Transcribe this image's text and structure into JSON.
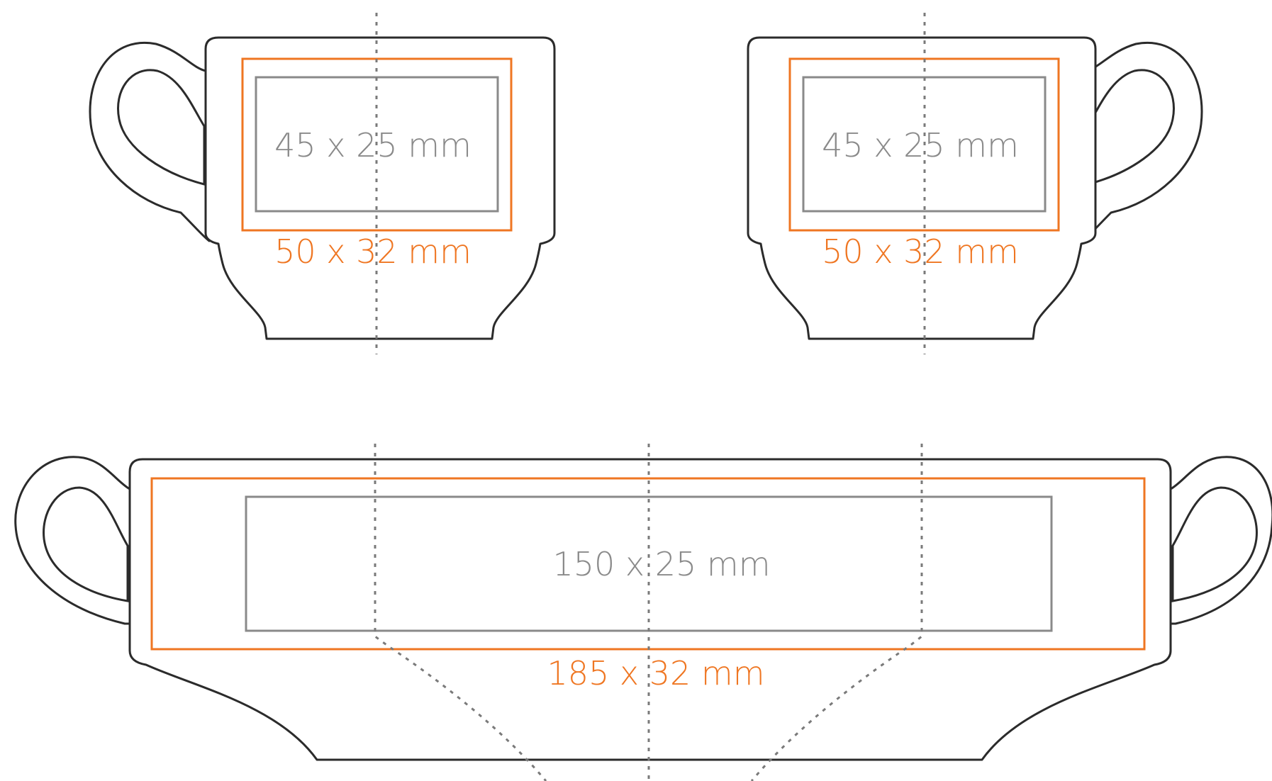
{
  "colors": {
    "outline": "#2b2b2b",
    "print_area": "#ef7622",
    "safe_area": "#8a8a8a",
    "guide": "#7a7a7a"
  },
  "views": [
    {
      "id": "left-side",
      "safe_label": "45 x 25 mm",
      "print_label": "50 x 32 mm"
    },
    {
      "id": "right-side",
      "safe_label": "45 x 25 mm",
      "print_label": "50 x 32 mm"
    },
    {
      "id": "wrap-around",
      "safe_label": "150 x 25 mm",
      "print_label": "185 x 32 mm"
    }
  ]
}
